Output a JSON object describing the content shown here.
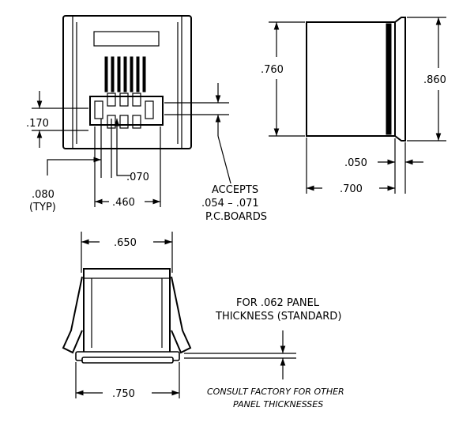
{
  "front_view": {
    "dim_170": ".170",
    "dim_080": ".080",
    "dim_080_note": "(TYP)",
    "dim_070": ".070",
    "dim_460": ".460",
    "accepts_line1": "ACCEPTS",
    "accepts_line2": ".054  –  .071",
    "accepts_line3": "P.C.BOARDS"
  },
  "side_view": {
    "dim_760": ".760",
    "dim_860": ".860",
    "dim_050": ".050",
    "dim_700": ".700"
  },
  "bottom_view": {
    "dim_650": ".650",
    "dim_750": ".750",
    "panel_line1": "FOR .062 PANEL",
    "panel_line2": "THICKNESS (STANDARD)",
    "consult_line1": "CONSULT FACTORY FOR OTHER",
    "consult_line2": "PANEL THICKNESSES"
  }
}
